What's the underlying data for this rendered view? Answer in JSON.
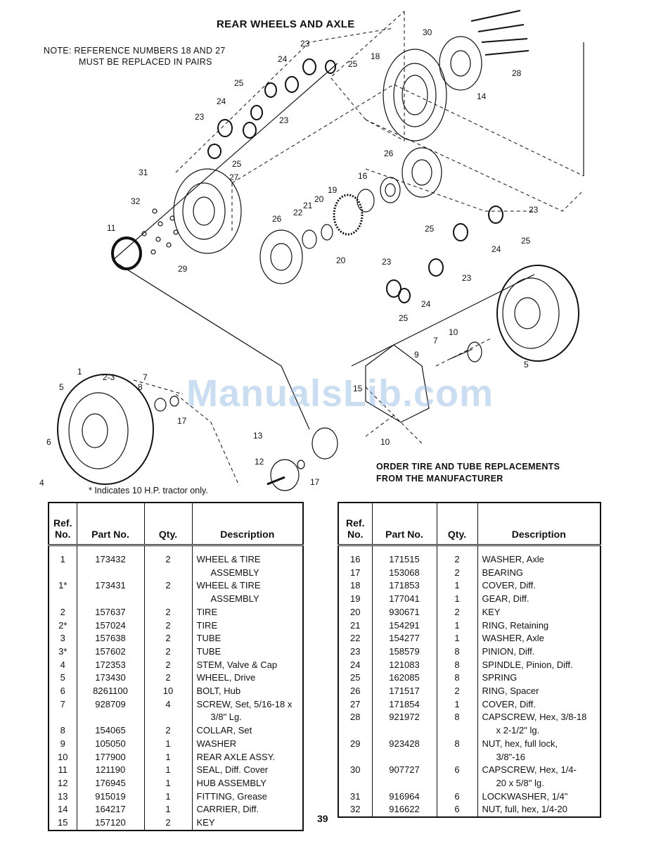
{
  "title": "REAR WHEELS AND AXLE",
  "note": {
    "line1": "NOTE: REFERENCE NUMBERS 18 AND 27",
    "line2": "MUST BE REPLACED IN PAIRS"
  },
  "order_note": {
    "line1": "ORDER TIRE AND TUBE REPLACEMENTS",
    "line2": "FROM THE MANUFACTURER"
  },
  "footnote": "* Indicates 10 H.P. tractor only.",
  "watermark": "ManualsLib.com",
  "page_number": "39",
  "callouts": {
    "c1": "1",
    "c2_3": "2-3",
    "c4": "4",
    "c5a": "5",
    "c5b": "5",
    "c6": "6",
    "c7a": "7",
    "c7b": "7",
    "c8": "8",
    "c9": "9",
    "c10a": "10",
    "c10b": "10",
    "c11": "11",
    "c12": "12",
    "c13": "13",
    "c14": "14",
    "c15": "15",
    "c16": "16",
    "c17a": "17",
    "c17b": "17",
    "c18": "18",
    "c19": "19",
    "c20a": "20",
    "c20b": "20",
    "c21": "21",
    "c22": "22",
    "c23a": "23",
    "c23b": "23",
    "c23c": "23",
    "c23d": "23",
    "c23e": "23",
    "c23f": "23",
    "c24a": "24",
    "c24b": "24",
    "c24c": "24",
    "c24d": "24",
    "c25a": "25",
    "c25b": "25",
    "c25c": "25",
    "c25d": "25",
    "c25e": "25",
    "c25f": "25",
    "c26a": "26",
    "c26b": "26",
    "c27": "27",
    "c28": "28",
    "c29": "29",
    "c30": "30",
    "c31": "31",
    "c32": "32"
  },
  "table_headers": {
    "ref": [
      "Ref.",
      "No."
    ],
    "part": "Part No.",
    "qty": "Qty.",
    "desc": "Description"
  },
  "left_rows": [
    {
      "ref": "1",
      "part": "173432",
      "qty": "2",
      "desc": "WHEEL & TIRE",
      "desc2": "ASSEMBLY"
    },
    {
      "ref": "1*",
      "part": "173431",
      "qty": "2",
      "desc": "WHEEL & TIRE",
      "desc2": "ASSEMBLY"
    },
    {
      "ref": "2",
      "part": "157637",
      "qty": "2",
      "desc": "TIRE",
      "desc2": ""
    },
    {
      "ref": "2*",
      "part": "157024",
      "qty": "2",
      "desc": "TIRE",
      "desc2": ""
    },
    {
      "ref": "3",
      "part": "157638",
      "qty": "2",
      "desc": "TUBE",
      "desc2": ""
    },
    {
      "ref": "3*",
      "part": "157602",
      "qty": "2",
      "desc": "TUBE",
      "desc2": ""
    },
    {
      "ref": "4",
      "part": "172353",
      "qty": "2",
      "desc": "STEM, Valve & Cap",
      "desc2": ""
    },
    {
      "ref": "5",
      "part": "173430",
      "qty": "2",
      "desc": "WHEEL, Drive",
      "desc2": ""
    },
    {
      "ref": "6",
      "part": "8261100",
      "qty": "10",
      "desc": "BOLT, Hub",
      "desc2": ""
    },
    {
      "ref": "7",
      "part": "928709",
      "qty": "4",
      "desc": "SCREW, Set, 5/16-18 x",
      "desc2": "3/8\" Lg."
    },
    {
      "ref": "8",
      "part": "154065",
      "qty": "2",
      "desc": "COLLAR, Set",
      "desc2": ""
    },
    {
      "ref": "9",
      "part": "105050",
      "qty": "1",
      "desc": "WASHER",
      "desc2": ""
    },
    {
      "ref": "10",
      "part": "177900",
      "qty": "1",
      "desc": "REAR AXLE ASSY.",
      "desc2": ""
    },
    {
      "ref": "11",
      "part": "121190",
      "qty": "1",
      "desc": "SEAL, Diff. Cover",
      "desc2": ""
    },
    {
      "ref": "12",
      "part": "176945",
      "qty": "1",
      "desc": "HUB ASSEMBLY",
      "desc2": ""
    },
    {
      "ref": "13",
      "part": "915019",
      "qty": "1",
      "desc": "FITTING, Grease",
      "desc2": ""
    },
    {
      "ref": "14",
      "part": "164217",
      "qty": "1",
      "desc": "CARRIER, Diff.",
      "desc2": ""
    },
    {
      "ref": "15",
      "part": "157120",
      "qty": "2",
      "desc": "KEY",
      "desc2": ""
    }
  ],
  "right_rows": [
    {
      "ref": "16",
      "part": "171515",
      "qty": "2",
      "desc": "WASHER, Axle",
      "desc2": ""
    },
    {
      "ref": "17",
      "part": "153068",
      "qty": "2",
      "desc": "BEARING",
      "desc2": ""
    },
    {
      "ref": "18",
      "part": "171853",
      "qty": "1",
      "desc": "COVER, Diff.",
      "desc2": ""
    },
    {
      "ref": "19",
      "part": "177041",
      "qty": "1",
      "desc": "GEAR, Diff.",
      "desc2": ""
    },
    {
      "ref": "20",
      "part": "930671",
      "qty": "2",
      "desc": "KEY",
      "desc2": ""
    },
    {
      "ref": "21",
      "part": "154291",
      "qty": "1",
      "desc": "RING, Retaining",
      "desc2": ""
    },
    {
      "ref": "22",
      "part": "154277",
      "qty": "1",
      "desc": "WASHER, Axle",
      "desc2": ""
    },
    {
      "ref": "23",
      "part": "158579",
      "qty": "8",
      "desc": "PINION, Diff.",
      "desc2": ""
    },
    {
      "ref": "24",
      "part": "121083",
      "qty": "8",
      "desc": "SPINDLE, Pinion, Diff.",
      "desc2": ""
    },
    {
      "ref": "25",
      "part": "162085",
      "qty": "8",
      "desc": "SPRING",
      "desc2": ""
    },
    {
      "ref": "26",
      "part": "171517",
      "qty": "2",
      "desc": "RING, Spacer",
      "desc2": ""
    },
    {
      "ref": "27",
      "part": "171854",
      "qty": "1",
      "desc": "COVER, Diff.",
      "desc2": ""
    },
    {
      "ref": "28",
      "part": "921972",
      "qty": "8",
      "desc": "CAPSCREW, Hex, 3/8-18",
      "desc2": "x 2-1/2\" lg."
    },
    {
      "ref": "29",
      "part": "923428",
      "qty": "8",
      "desc": "NUT, hex, full lock,",
      "desc2": "3/8\"-16"
    },
    {
      "ref": "30",
      "part": "907727",
      "qty": "6",
      "desc": "CAPSCREW, Hex, 1/4-",
      "desc2": "20 x 5/8\" lg."
    },
    {
      "ref": "31",
      "part": "916964",
      "qty": "6",
      "desc": "LOCKWASHER, 1/4\"",
      "desc2": ""
    },
    {
      "ref": "32",
      "part": "916622",
      "qty": "6",
      "desc": "NUT, full, hex, 1/4-20",
      "desc2": ""
    }
  ]
}
